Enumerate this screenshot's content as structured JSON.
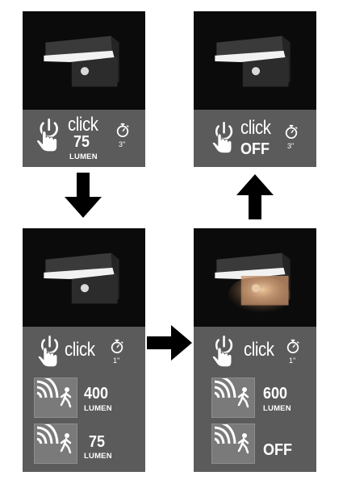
{
  "panels": {
    "top_left": {
      "click_label": "click",
      "value": "75",
      "unit": "LUMEN",
      "timer": "3\""
    },
    "top_right": {
      "click_label": "click",
      "value": "OFF",
      "timer": "3\""
    },
    "bottom_left": {
      "click_label": "click",
      "timer": "1\"",
      "motion": [
        {
          "value": "400",
          "unit": "LUMEN"
        },
        {
          "value": "75",
          "unit": "LUMEN"
        }
      ]
    },
    "bottom_right": {
      "click_label": "click",
      "timer": "1\"",
      "motion": [
        {
          "value": "600",
          "unit": "LUMEN"
        },
        {
          "value": "OFF",
          "unit": ""
        }
      ]
    }
  },
  "arrows": [
    "down",
    "right",
    "up"
  ],
  "colors": {
    "panel_bg": "#5b5b5b",
    "photo_bg": "#0b0b0b",
    "motion_box": "#7a7a7a",
    "arrow": "#000000",
    "text": "#ffffff",
    "warm_light": "#e8b884"
  },
  "icons": [
    "power-hand-icon",
    "stopwatch-icon",
    "motion-sensor-icon",
    "person-walking-icon",
    "arrow-down-icon",
    "arrow-right-icon",
    "arrow-up-icon"
  ]
}
